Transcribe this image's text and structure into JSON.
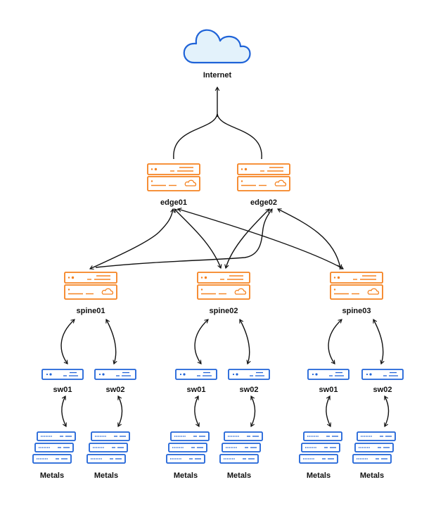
{
  "colors": {
    "router": "#f58220",
    "switch": "#1f63d8",
    "cloud_fill": "#e3f2fb",
    "line": "#111111"
  },
  "internet": {
    "label": "Internet",
    "icon": "cloud-icon"
  },
  "edges": [
    {
      "label": "edge01",
      "icon": "router-icon"
    },
    {
      "label": "edge02",
      "icon": "router-icon"
    }
  ],
  "spines": [
    {
      "label": "spine01",
      "icon": "router-icon",
      "switches": [
        {
          "label": "sw01",
          "icon": "switch-icon",
          "metals_label": "Metals"
        },
        {
          "label": "sw02",
          "icon": "switch-icon",
          "metals_label": "Metals"
        }
      ]
    },
    {
      "label": "spine02",
      "icon": "router-icon",
      "switches": [
        {
          "label": "sw01",
          "icon": "switch-icon",
          "metals_label": "Metals"
        },
        {
          "label": "sw02",
          "icon": "switch-icon",
          "metals_label": "Metals"
        }
      ]
    },
    {
      "label": "spine03",
      "icon": "router-icon",
      "switches": [
        {
          "label": "sw01",
          "icon": "switch-icon",
          "metals_label": "Metals"
        },
        {
          "label": "sw02",
          "icon": "switch-icon",
          "metals_label": "Metals"
        }
      ]
    }
  ]
}
